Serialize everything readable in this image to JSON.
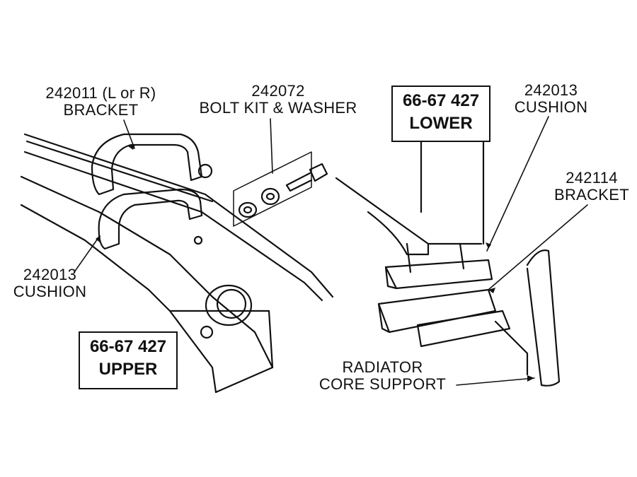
{
  "labels": {
    "bracket_left": {
      "part": "242011  (L or R)",
      "name": "BRACKET"
    },
    "bolt_kit": {
      "part": "242072",
      "name": "BOLT KIT & WASHER"
    },
    "cushion_right": {
      "part": "242013",
      "name": "CUSHION"
    },
    "bracket_right": {
      "part": "242114",
      "name": "BRACKET"
    },
    "cushion_left": {
      "part": "242013",
      "name": "CUSHION"
    },
    "radiator": {
      "line1": "RADIATOR",
      "line2": "CORE SUPPORT"
    }
  },
  "boxes": {
    "lower": {
      "line1": "66-67 427",
      "line2": "LOWER"
    },
    "upper": {
      "line1": "66-67 427",
      "line2": "UPPER"
    }
  }
}
